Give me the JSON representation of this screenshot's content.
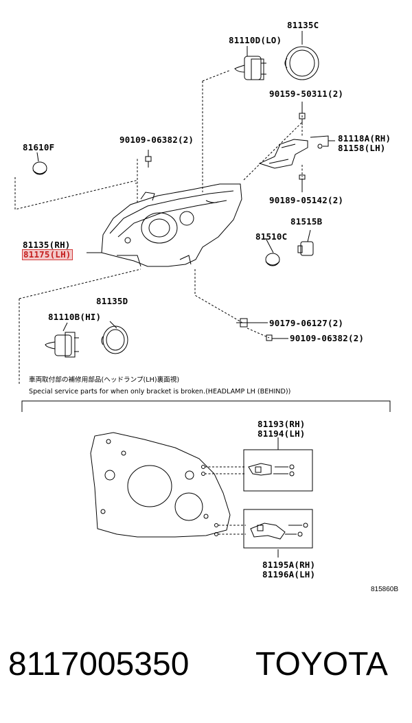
{
  "labels": {
    "p81135c": "81135C",
    "p81110d": "81110D(LO)",
    "p90159": "90159-50311(2)",
    "p81118a": "81118A(RH)",
    "p81158": "81158(LH)",
    "p81610f": "81610F",
    "p90109a": "90109-06382(2)",
    "p90189": "90189-05142(2)",
    "p81515b": "81515B",
    "p81510c": "81510C",
    "p81135rh": "81135(RH)",
    "p81175lh": "81175(LH)",
    "p81135d": "81135D",
    "p81110b": "81110B(HI)",
    "p90179": "90179-06127(2)",
    "p90109b": "90109-06382(2)",
    "p81193": "81193(RH)",
    "p81194": "81194(LH)",
    "p81195a": "81195A(RH)",
    "p81196a": "81196A(LH)"
  },
  "notes": {
    "jp": "車両取付部の補修用部品(ヘッドランプ(LH)裏面視)",
    "en": "Special service parts for when only bracket is broken.(HEADLAMP LH (BEHIND))"
  },
  "diagram_code": "815860B",
  "footer": {
    "part_number": "8117005350",
    "brand": "TOYOTA"
  }
}
